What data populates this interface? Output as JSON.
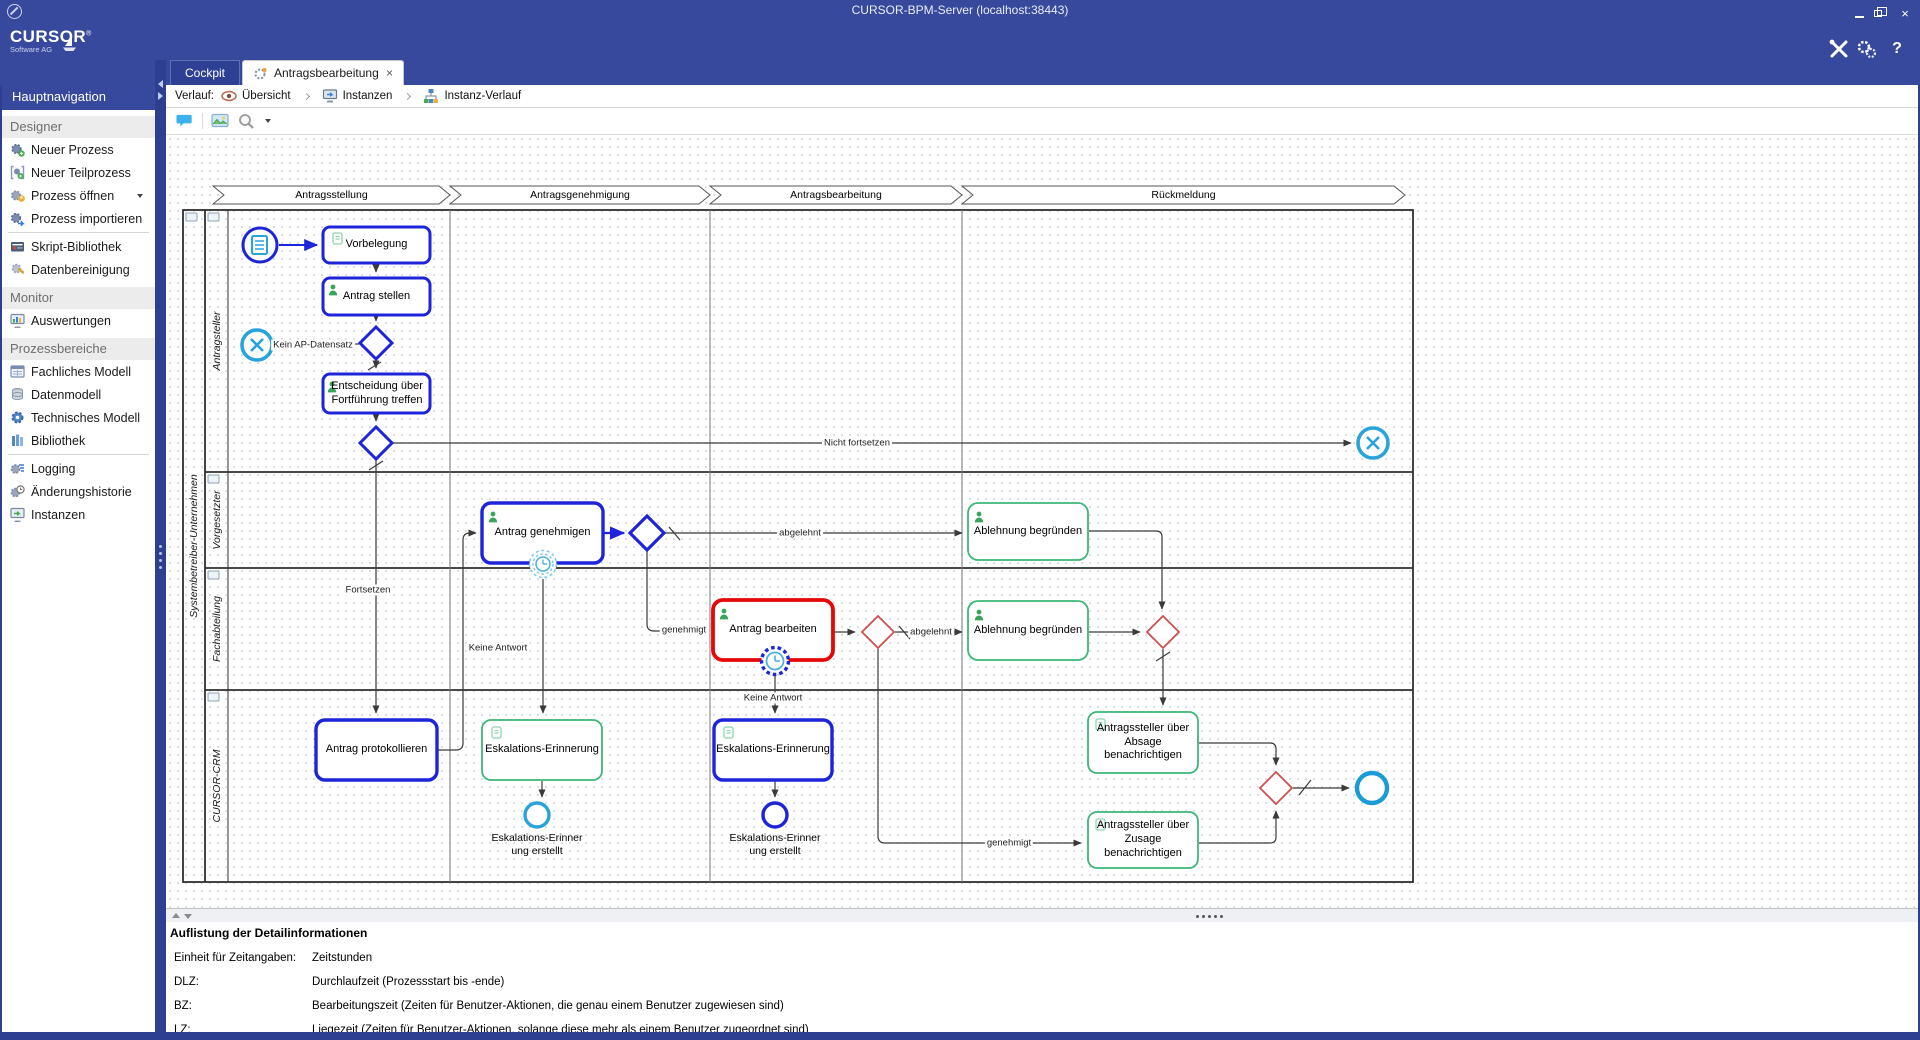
{
  "window": {
    "title": "CURSOR-BPM-Server (localhost:38443)",
    "close_glyph": "×"
  },
  "brand": {
    "name": "CURSOR",
    "reg": "®",
    "subtitle": "Software AG"
  },
  "header_actions": {
    "help_label": "?"
  },
  "ui": {
    "tab_close_glyph": "×"
  },
  "sidebar": {
    "title": "Hauptnavigation",
    "sections": [
      {
        "label": "Designer",
        "items": [
          {
            "label": "Neuer Prozess",
            "icon": "process-new-icon"
          },
          {
            "label": "Neuer Teilprozess",
            "icon": "subprocess-new-icon"
          },
          {
            "label": "Prozess öffnen",
            "icon": "process-open-icon"
          },
          {
            "label": "Prozess importieren",
            "icon": "process-import-icon"
          },
          {
            "label": "Skript-Bibliothek",
            "icon": "script-library-icon"
          },
          {
            "label": "Datenbereinigung",
            "icon": "data-cleanup-icon"
          }
        ]
      },
      {
        "label": "Monitor",
        "items": [
          {
            "label": "Auswertungen",
            "icon": "reports-icon"
          }
        ]
      },
      {
        "label": "Prozessbereiche",
        "items": [
          {
            "label": "Fachliches Modell",
            "icon": "business-model-icon"
          },
          {
            "label": "Datenmodell",
            "icon": "data-model-icon"
          },
          {
            "label": "Technisches Modell",
            "icon": "technical-model-icon"
          },
          {
            "label": "Bibliothek",
            "icon": "library-icon"
          },
          {
            "label": "Logging",
            "icon": "logging-icon"
          },
          {
            "label": "Änderungshistorie",
            "icon": "change-history-icon"
          },
          {
            "label": "Instanzen",
            "icon": "instances-icon"
          }
        ]
      }
    ]
  },
  "tabs": [
    {
      "label": "Cockpit",
      "active": false
    },
    {
      "label": "Antragsbearbeitung",
      "active": true
    }
  ],
  "breadcrumb": {
    "label": "Verlauf:",
    "items": [
      {
        "label": "Übersicht",
        "icon": "eye-icon"
      },
      {
        "label": "Instanzen",
        "icon": "monitor-icon"
      },
      {
        "label": "Instanz-Verlauf",
        "icon": "instance-history-icon"
      }
    ]
  },
  "toolbar": {
    "buttons": [
      "comment-icon",
      "image-icon",
      "zoom-icon"
    ]
  },
  "diagram": {
    "phases": [
      "Antragsstellung",
      "Antragsgenehmigung",
      "Antragsbearbeitung",
      "Rückmeldung"
    ],
    "pool_label": "Systembetreiber-Unternehmen",
    "lane_labels": [
      "Antragsteller",
      "Vorgesetzter",
      "Fachabteilung",
      "CURSOR-CRM"
    ],
    "nodes": {
      "vorbelegung": "Vorbelegung",
      "antrag_stellen": "Antrag stellen",
      "entscheidung": "Entscheidung über Fortführung treffen",
      "antrag_genehmigen": "Antrag genehmigen",
      "ablehnung_begruenden_vorgesetzter": "Ablehnung begründen",
      "antrag_bearbeiten": "Antrag bearbeiten",
      "ablehnung_begruenden_fachabteilung": "Ablehnung begründen",
      "antrag_protokollieren": "Antrag protokollieren",
      "eskalations_erinnerung_1": "Eskalations-Erinnerung",
      "eskalations_erinnerung_2": "Eskalations-Erinnerung",
      "absage_benachrichtigen": "Antragssteller über Absage benachrichtigen",
      "zusage_benachrichtigen": "Antragssteller über Zusage benachrichtigen",
      "eskalations_erinnerung_erstellt_1": "Eskalations-Erinner ung erstellt",
      "eskalations_erinnerung_erstellt_2": "Eskalations-Erinner ung erstellt"
    },
    "edge_labels": {
      "kein_ap_datensatz": "Kein AP-Datensatz",
      "nicht_fortsetzen": "Nicht fortsetzen",
      "fortsetzen": "Fortsetzen",
      "keine_antwort_1": "Keine Antwort",
      "keine_antwort_2": "Keine Antwort",
      "genehmigt_1": "genehmigt",
      "genehmigt_2": "genehmigt",
      "abgelehnt_1": "abgelehnt",
      "abgelehnt_2": "abgelehnt"
    }
  },
  "details": {
    "title": "Auflistung der Detailinformationen",
    "rows": [
      {
        "label": "Einheit für Zeitangaben:",
        "value": "Zeitstunden"
      },
      {
        "label": "DLZ:",
        "value": "Durchlaufzeit (Prozessstart bis -ende)"
      },
      {
        "label": "BZ:",
        "value": "Bearbeitungszeit (Zeiten für Benutzer-Aktionen, die genau einem Benutzer zugewiesen sind)"
      },
      {
        "label": "LZ:",
        "value": "Liegezeit (Zeiten für Benutzer-Aktionen, solange diese mehr als einem Benutzer zugeordnet sind)"
      }
    ]
  },
  "colors": {
    "titlebar": "#37499c",
    "splitter": "#2c3f90",
    "task_blue": "#1d24d9",
    "task_green": "#3cb777",
    "task_red": "#e60707",
    "event_cyan": "#29a3dc",
    "event_blue": "#1d24d9",
    "gateway_red": "#cf4f4f",
    "person_icon": "#3aa55a",
    "script_icon": "#8fd4ae"
  }
}
